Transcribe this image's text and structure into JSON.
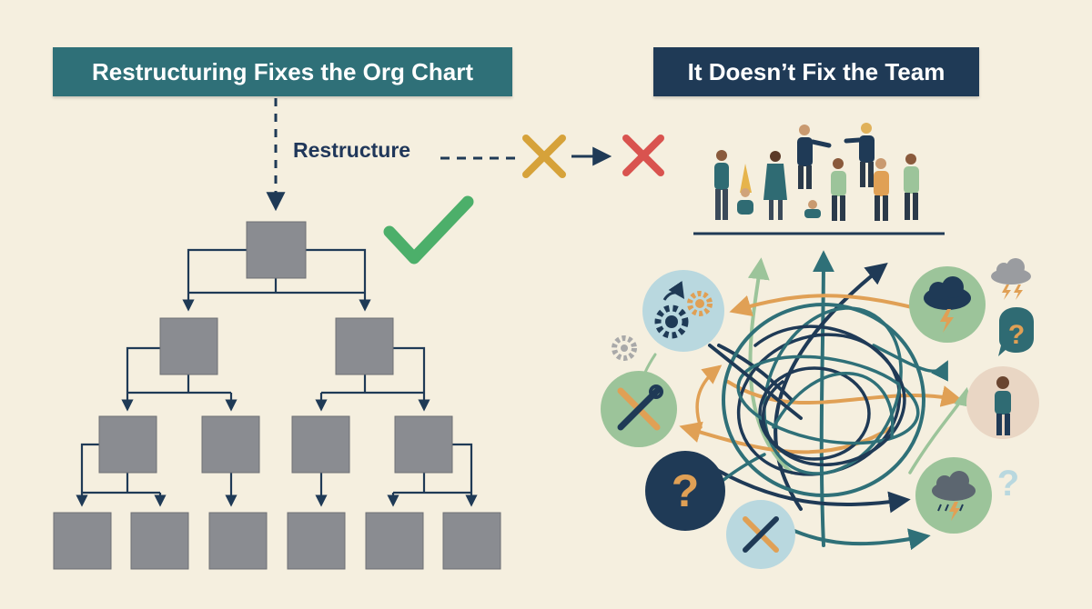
{
  "left_title": "Restructuring Fixes the Org Chart",
  "right_title": "It Doesn’t Fix the Team",
  "restructure_label": "Restructure",
  "colors": {
    "teal": "#2f7078",
    "navy": "#1f3a56",
    "box_gray": "#8a8c91",
    "check_green": "#4caf6a",
    "x_gold": "#d6a23a",
    "x_red": "#d9534f",
    "orange": "#e0a055",
    "sage": "#9cc49a"
  },
  "icons": {
    "check": "check-icon",
    "x_gold": "x-mark-icon",
    "x_red": "x-mark-icon",
    "gears": "gears-icon",
    "wrench": "wrench-icon",
    "question": "question-icon",
    "storm": "storm-cloud-icon",
    "person": "person-icon"
  },
  "question_marks": [
    "?",
    "?",
    "?"
  ]
}
